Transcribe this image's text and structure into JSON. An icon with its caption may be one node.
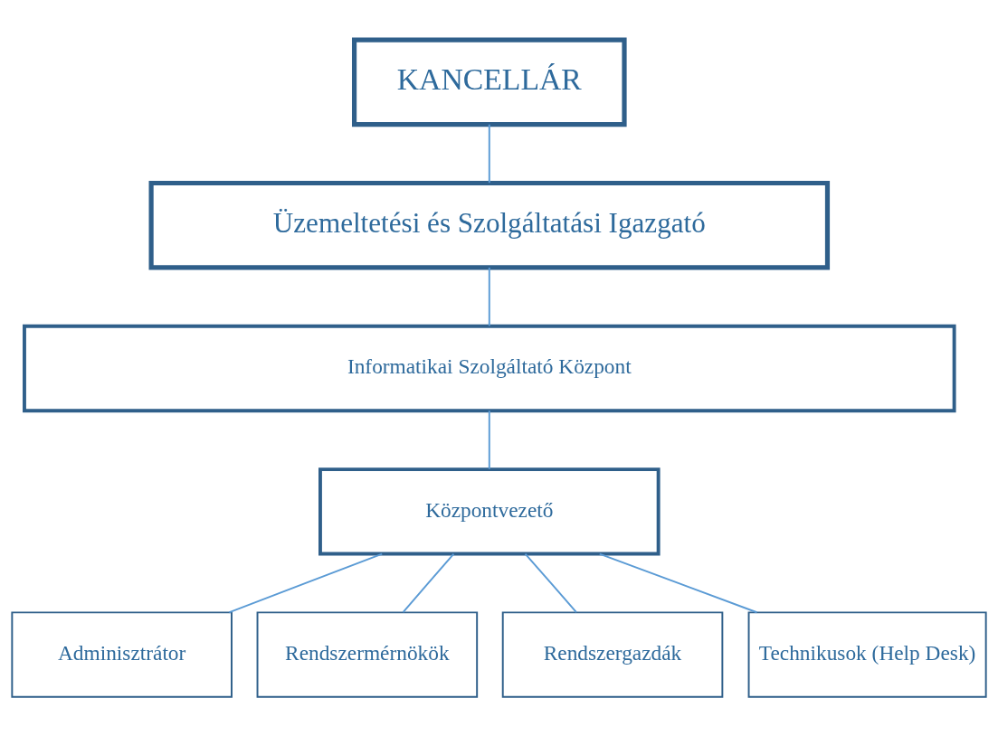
{
  "diagram": {
    "nodes": [
      {
        "text": [
          "KANCELLÁR"
        ]
      },
      {
        "text": [
          "Üzemeltetési és Szolgáltatási Igazgató"
        ]
      },
      {
        "text": [
          "Informatikai Szolgáltató Központ"
        ]
      },
      {
        "text": [
          "Központvezető"
        ]
      },
      {
        "text": [
          "Adminisztrátor"
        ]
      },
      {
        "text": [
          "Rendszermérnökök"
        ]
      },
      {
        "text": [
          "Rendszergazdák"
        ]
      },
      {
        "text": [
          "Technikusok (Help Desk)"
        ]
      }
    ],
    "edges": [
      {
        "from": 0,
        "to": 1,
        "arrow": "none"
      },
      {
        "from": 1,
        "to": 2,
        "arrow": "none"
      },
      {
        "from": 2,
        "to": 3,
        "arrow": "none"
      },
      {
        "from": 3,
        "to": 4,
        "arrow": "none"
      },
      {
        "from": 3,
        "to": 5,
        "arrow": "none"
      },
      {
        "from": 3,
        "to": 6,
        "arrow": "none"
      },
      {
        "from": 3,
        "to": 7,
        "arrow": "none"
      }
    ]
  }
}
